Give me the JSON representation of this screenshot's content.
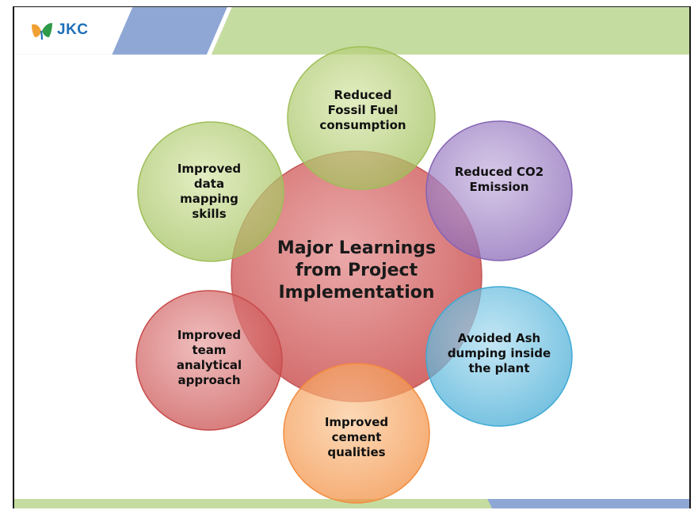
{
  "logo": {
    "text": "JKC"
  },
  "center": {
    "title": "Major Learnings from Project Implementation"
  },
  "nodes": [
    {
      "label": "Reduced Fossil Fuel consumption",
      "color": "#b3cc6a"
    },
    {
      "label": "Reduced CO2 Emission",
      "color": "#9a7cc0"
    },
    {
      "label": "Avoided Ash dumping inside the plant",
      "color": "#5bb9dd"
    },
    {
      "label": "Improved cement qualities",
      "color": "#f6a25a"
    },
    {
      "label": "Improved team analytical approach",
      "color": "#d45c5c"
    },
    {
      "label": "Improved data mapping skills",
      "color": "#b3cc6a"
    }
  ],
  "colors": {
    "center": "#d46a6a",
    "banner_green": "#c5dca0",
    "banner_blue": "#8ea7d5",
    "logo_blue": "#1d6fb8"
  }
}
